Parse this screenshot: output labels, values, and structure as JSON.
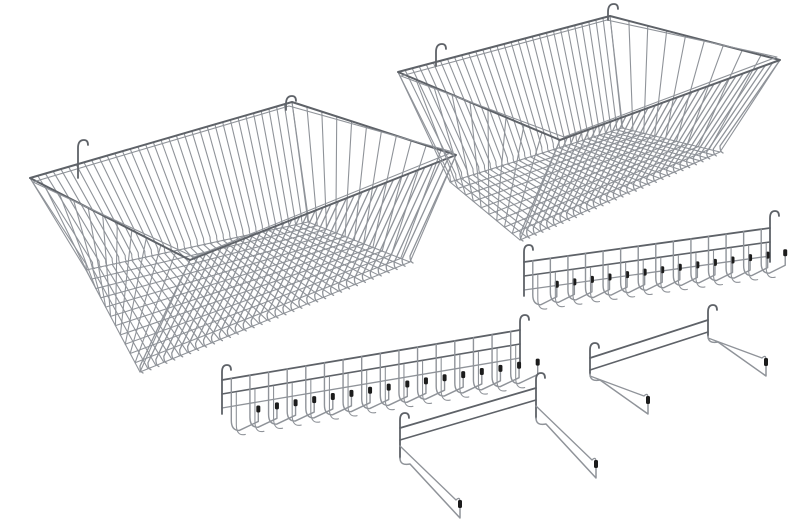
{
  "scene": {
    "objects": [
      {
        "name": "large-wire-basket"
      },
      {
        "name": "small-wire-basket"
      },
      {
        "name": "long-hook-rack"
      },
      {
        "name": "short-hook-rack"
      },
      {
        "name": "wide-shelf-bracket"
      },
      {
        "name": "narrow-shelf-bracket"
      }
    ]
  },
  "colors": {
    "background": "#ffffff",
    "wire": "#8f9399",
    "wire_dark": "#5e6268",
    "hook_tip": "#1c1c1c"
  }
}
